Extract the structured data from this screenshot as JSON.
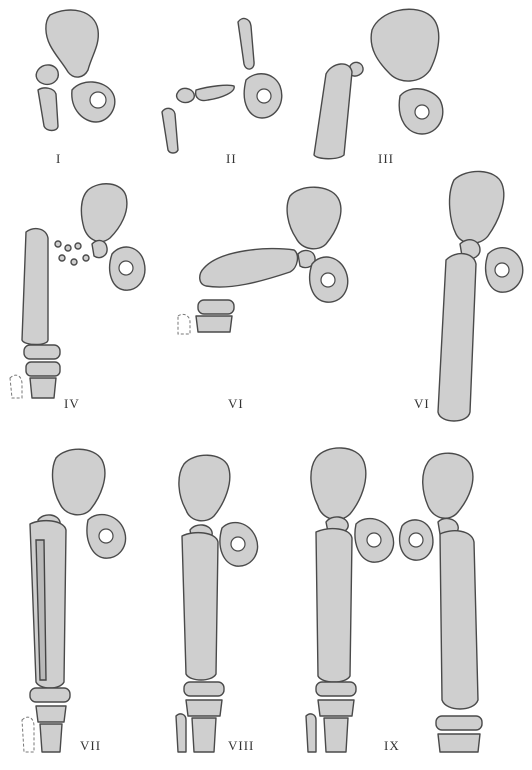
{
  "panels": [
    {
      "id": "I",
      "label": "I"
    },
    {
      "id": "II",
      "label": "II"
    },
    {
      "id": "III",
      "label": "III"
    },
    {
      "id": "IV",
      "label": "IV"
    },
    {
      "id": "VI-a",
      "label": "VI"
    },
    {
      "id": "VI-b",
      "label": "VI"
    },
    {
      "id": "VII",
      "label": "VII"
    },
    {
      "id": "VIII",
      "label": "VIII"
    },
    {
      "id": "IX",
      "label": "IX"
    }
  ],
  "colors": {
    "bone_fill": "#cfcfcf",
    "outline": "#4a4a4a",
    "background": "#ffffff"
  }
}
